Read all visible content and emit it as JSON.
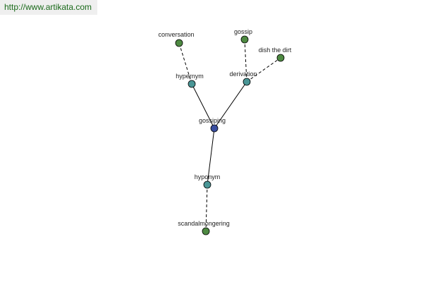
{
  "banner": {
    "url_text": "http://www.artikata.com"
  },
  "colors": {
    "center": "#3a4ea0",
    "relation": "#4a9696",
    "leaf": "#4e8a42"
  },
  "graph": {
    "nodes": [
      {
        "id": "gossiping",
        "label": "gossiping",
        "kind": "center"
      },
      {
        "id": "hypernym",
        "label": "hypernym",
        "kind": "relation"
      },
      {
        "id": "derivation",
        "label": "derivation",
        "kind": "relation"
      },
      {
        "id": "hyponym",
        "label": "hyponym",
        "kind": "relation"
      },
      {
        "id": "conversation",
        "label": "conversation",
        "kind": "leaf"
      },
      {
        "id": "gossip",
        "label": "gossip",
        "kind": "leaf"
      },
      {
        "id": "dish-the-dirt",
        "label": "dish the dirt",
        "kind": "leaf"
      },
      {
        "id": "scandalmongering",
        "label": "scandalmongering",
        "kind": "leaf"
      }
    ],
    "edges": [
      {
        "from": "gossiping",
        "to": "hypernym",
        "style": "solid"
      },
      {
        "from": "gossiping",
        "to": "derivation",
        "style": "solid"
      },
      {
        "from": "gossiping",
        "to": "hyponym",
        "style": "solid"
      },
      {
        "from": "hypernym",
        "to": "conversation",
        "style": "dashed"
      },
      {
        "from": "derivation",
        "to": "gossip",
        "style": "dashed"
      },
      {
        "from": "derivation",
        "to": "dish-the-dirt",
        "style": "dashed"
      },
      {
        "from": "hyponym",
        "to": "scandalmongering",
        "style": "dashed"
      }
    ]
  }
}
